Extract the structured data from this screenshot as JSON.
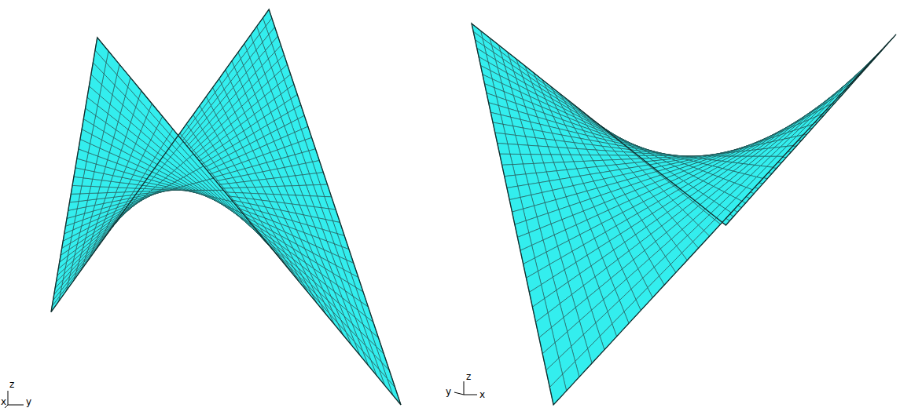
{
  "diagram": {
    "labels": [
      "z",
      "y",
      "x",
      "z",
      "y",
      "x"
    ]
  }
}
